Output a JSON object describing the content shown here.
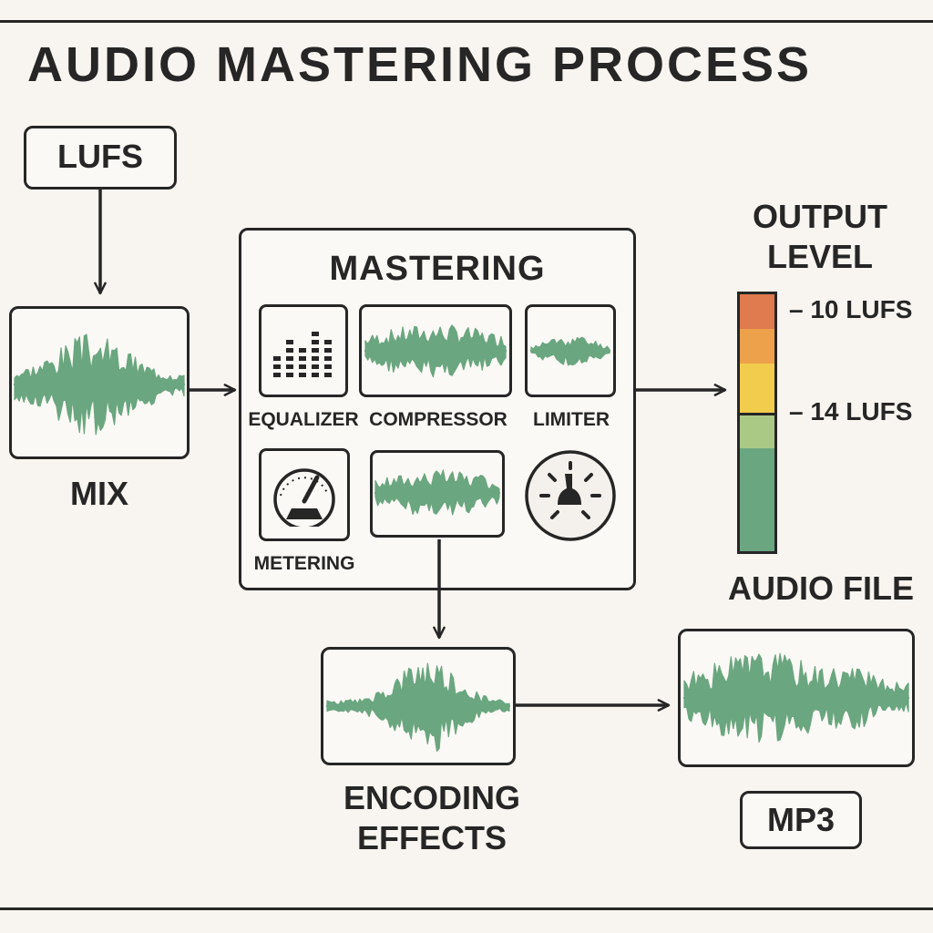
{
  "title": "AUDIO MASTERING PROCESS",
  "colors": {
    "ink": "#262626",
    "background": "#f8f5f0",
    "waveform": "#6aa67f",
    "meter_red": "#e07a4f",
    "meter_orange": "#eda14a",
    "meter_yellow": "#f1cc4d",
    "meter_light_green": "#a9c985",
    "meter_green": "#6aa67f"
  },
  "lufs_box": {
    "label": "LUFS"
  },
  "mix": {
    "label": "MIX",
    "icon": "waveform-icon"
  },
  "mastering": {
    "title": "MASTERING",
    "tools": [
      {
        "label": "EQUALIZER",
        "icon": "equalizer-bars-icon"
      },
      {
        "label": "COMPRESSOR",
        "icon": "waveform-icon"
      },
      {
        "label": "LIMITER",
        "icon": "waveform-icon"
      },
      {
        "label": "METERING",
        "icon": "gauge-icon"
      },
      {
        "label": "",
        "icon": "waveform-icon"
      },
      {
        "label": "",
        "icon": "knob-icon"
      }
    ]
  },
  "output_level": {
    "title_line1": "OUTPUT",
    "title_line2": "LEVEL",
    "markers": [
      "– 10 LUFS",
      "– 14 LUFS"
    ]
  },
  "audio_file": {
    "label": "AUDIO FILE",
    "icon": "waveform-icon"
  },
  "encoding": {
    "label_line1": "ENCODING",
    "label_line2": "EFFECTS",
    "icon": "waveform-icon"
  },
  "format": {
    "label": "MP3"
  }
}
